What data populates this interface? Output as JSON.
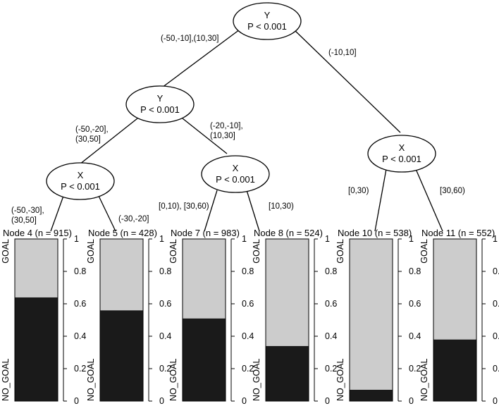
{
  "inner_nodes": [
    {
      "id": "node-1",
      "variable": "Y",
      "p_label": "P < 0.001"
    },
    {
      "id": "node-2",
      "variable": "Y",
      "p_label": "P < 0.001"
    },
    {
      "id": "node-3",
      "variable": "X",
      "p_label": "P < 0.001"
    },
    {
      "id": "node-6",
      "variable": "X",
      "p_label": "P < 0.001"
    },
    {
      "id": "node-9",
      "variable": "X",
      "p_label": "P < 0.001"
    }
  ],
  "edge_labels": [
    {
      "id": "e1-2",
      "lines": [
        "(-50,-10],(10,30]"
      ]
    },
    {
      "id": "e1-9",
      "lines": [
        "(-10,10]"
      ]
    },
    {
      "id": "e2-3",
      "lines": [
        "(-50,-20],",
        "(30,50]"
      ]
    },
    {
      "id": "e2-6",
      "lines": [
        "(-20,-10],",
        "(10,30]"
      ]
    },
    {
      "id": "e3-4",
      "lines": [
        "(-50,-30],",
        "(30,50]"
      ]
    },
    {
      "id": "e3-5",
      "lines": [
        "(-30,-20]"
      ]
    },
    {
      "id": "e6-7",
      "lines": [
        "[0,10), [30,60)"
      ]
    },
    {
      "id": "e6-8",
      "lines": [
        "[10,30)"
      ]
    },
    {
      "id": "e9-10",
      "lines": [
        "[0,30)"
      ]
    },
    {
      "id": "e9-11",
      "lines": [
        "[30,60)"
      ]
    }
  ],
  "chart_data": {
    "type": "bar",
    "orientation": "stacked-vertical",
    "categories": [
      "Node 4 (n = 915)",
      "Node 5 (n = 428)",
      "Node 7 (n = 983)",
      "Node 8 (n = 524)",
      "Node 10 (n = 538)",
      "Node 11 (n = 552)"
    ],
    "series": [
      {
        "name": "NO_GOAL",
        "color": "#1a1a1a",
        "values": [
          0.64,
          0.56,
          0.51,
          0.34,
          0.07,
          0.38
        ]
      },
      {
        "name": "GOAL",
        "color": "#cccccc",
        "values": [
          0.36,
          0.44,
          0.49,
          0.66,
          0.93,
          0.62
        ]
      }
    ],
    "ylim": [
      0,
      1
    ],
    "yticks": [
      "0",
      "0.2",
      "0.4",
      "0.6",
      "0.8",
      "1"
    ],
    "class_labels": {
      "top": "GOAL",
      "bottom": "NO_GOAL"
    }
  }
}
